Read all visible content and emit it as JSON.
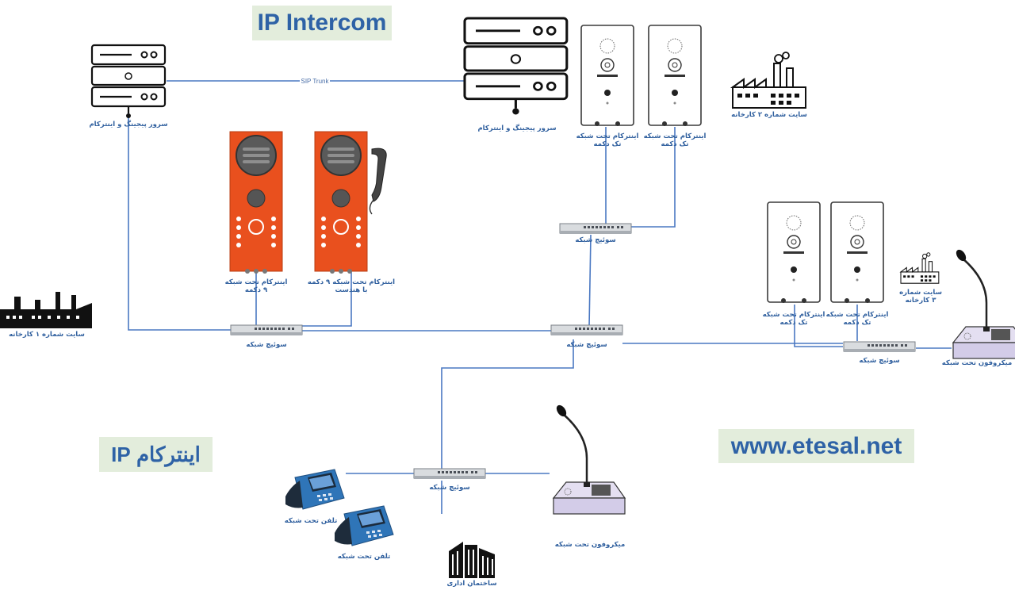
{
  "banners": {
    "ip_intercom": "IP Intercom",
    "intercom_ip_fa": "اینترکام IP",
    "website": "www.etesal.net"
  },
  "links": {
    "sip_trunk": "SIP Trunk"
  },
  "captions": {
    "server_left": "سرور پیجینگ و اینترکام",
    "server_top": "سرور پیجینگ و اینترکام",
    "intercom_net_9btn_a": "اینترکام تحت شبکه",
    "intercom_net_9btn_b": "۹ دکمه",
    "intercom_9btn_handset_a": "اینترکام تحت شبکه ۹ دکمه",
    "intercom_9btn_handset_b": "با هندست",
    "intercom_1btn_a_l1": "اینترکام تحت شبکه",
    "intercom_1btn_a_l2": "تک دکمه",
    "intercom_1btn_b_l1": "اینترکام تحت شبکه",
    "intercom_1btn_b_l2": "تک دکمه",
    "intercom_1btn_c_l1": "اینترکام تحت شبکه",
    "intercom_1btn_c_l2": "تک دکمه",
    "intercom_1btn_d_l1": "اینترکام تحت شبکه",
    "intercom_1btn_d_l2": "تک دکمه",
    "site1": "سایت شماره ۱ کارخانه",
    "site2": "سایت شماره ۲ کارخانه",
    "site3_l1": "سایت شماره",
    "site3_l2": "۳ کارخانه",
    "switch_left": "سوئیچ شبکه",
    "switch_center": "سوئیچ شبکه",
    "switch_top": "سوئیچ شبکه",
    "switch_right": "سوئیچ شبکه",
    "switch_bottom": "سوئیچ شبکه",
    "mic_right": "میکروفون تحت شبکه",
    "mic_bottom": "میکروفون تحت شبکه",
    "phone_a": "تلفن تحت شبکه",
    "phone_b": "تلفن تحت شبکه",
    "office": "ساختمان اداری"
  },
  "colors": {
    "link": "#4a78c2",
    "intercom_orange": "#e9501e",
    "banner_bg": "#e3eddc",
    "banner_text": "#2e62a6",
    "caption": "#2f5f9e"
  }
}
